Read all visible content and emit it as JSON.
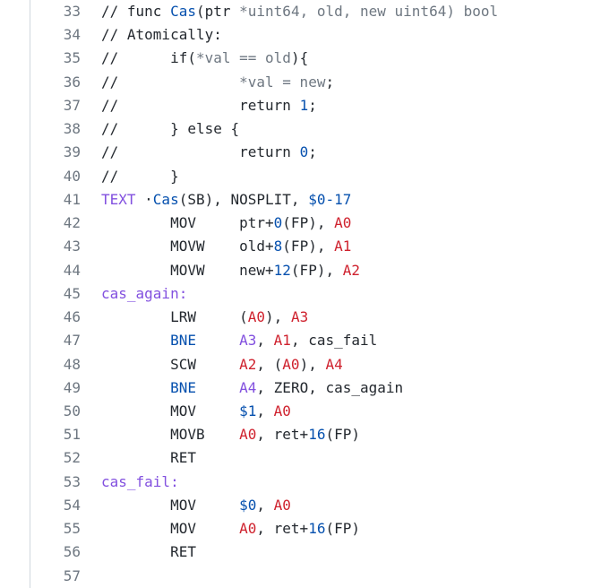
{
  "app": {
    "description_label": "code-viewer"
  },
  "colors": {
    "default": "#24292f",
    "gray": "#6e7781",
    "blue": "#0550ae",
    "purple": "#8250df",
    "red": "#cf222e",
    "line_number": "#6e7781",
    "border": "#d0d7de",
    "background": "#ffffff"
  },
  "code": {
    "first_line_number": 33,
    "last_line_number": 57,
    "lines": [
      {
        "number": "33",
        "segments": [
          {
            "text": "// func ",
            "color": "default"
          },
          {
            "text": "Cas",
            "color": "blue"
          },
          {
            "text": "(ptr ",
            "color": "default"
          },
          {
            "text": "*uint64, old, new uint64) bool",
            "color": "gray"
          }
        ]
      },
      {
        "number": "34",
        "segments": [
          {
            "text": "// Atomically:",
            "color": "default"
          }
        ]
      },
      {
        "number": "35",
        "segments": [
          {
            "text": "//      if(",
            "color": "default"
          },
          {
            "text": "*val == old",
            "color": "gray"
          },
          {
            "text": "){",
            "color": "default"
          }
        ]
      },
      {
        "number": "36",
        "segments": [
          {
            "text": "//              ",
            "color": "default"
          },
          {
            "text": "*val = new",
            "color": "gray"
          },
          {
            "text": ";",
            "color": "default"
          }
        ]
      },
      {
        "number": "37",
        "segments": [
          {
            "text": "//              return ",
            "color": "default"
          },
          {
            "text": "1",
            "color": "blue"
          },
          {
            "text": ";",
            "color": "default"
          }
        ]
      },
      {
        "number": "38",
        "segments": [
          {
            "text": "//      } else {",
            "color": "default"
          }
        ]
      },
      {
        "number": "39",
        "segments": [
          {
            "text": "//              return ",
            "color": "default"
          },
          {
            "text": "0",
            "color": "blue"
          },
          {
            "text": ";",
            "color": "default"
          }
        ]
      },
      {
        "number": "40",
        "segments": [
          {
            "text": "//      }",
            "color": "default"
          }
        ]
      },
      {
        "number": "41",
        "segments": [
          {
            "text": "TEXT",
            "color": "purple"
          },
          {
            "text": " ·",
            "color": "default"
          },
          {
            "text": "Cas",
            "color": "blue"
          },
          {
            "text": "(SB), NOSPLIT, ",
            "color": "default"
          },
          {
            "text": "$0-17",
            "color": "blue"
          }
        ]
      },
      {
        "number": "42",
        "segments": [
          {
            "text": "        MOV     ptr+",
            "color": "default"
          },
          {
            "text": "0",
            "color": "blue"
          },
          {
            "text": "(FP), ",
            "color": "default"
          },
          {
            "text": "A0",
            "color": "red"
          }
        ]
      },
      {
        "number": "43",
        "segments": [
          {
            "text": "        MOVW    old+",
            "color": "default"
          },
          {
            "text": "8",
            "color": "blue"
          },
          {
            "text": "(FP), ",
            "color": "default"
          },
          {
            "text": "A1",
            "color": "red"
          }
        ]
      },
      {
        "number": "44",
        "segments": [
          {
            "text": "        MOVW    new+",
            "color": "default"
          },
          {
            "text": "12",
            "color": "blue"
          },
          {
            "text": "(FP), ",
            "color": "default"
          },
          {
            "text": "A2",
            "color": "red"
          }
        ]
      },
      {
        "number": "45",
        "segments": [
          {
            "text": "cas_again:",
            "color": "purple"
          }
        ]
      },
      {
        "number": "46",
        "segments": [
          {
            "text": "        LRW     (",
            "color": "default"
          },
          {
            "text": "A0",
            "color": "red"
          },
          {
            "text": "), ",
            "color": "default"
          },
          {
            "text": "A3",
            "color": "red"
          }
        ]
      },
      {
        "number": "47",
        "segments": [
          {
            "text": "        ",
            "color": "default"
          },
          {
            "text": "BNE",
            "color": "blue"
          },
          {
            "text": "     ",
            "color": "default"
          },
          {
            "text": "A3",
            "color": "purple"
          },
          {
            "text": ", ",
            "color": "default"
          },
          {
            "text": "A1",
            "color": "red"
          },
          {
            "text": ", cas_fail",
            "color": "default"
          }
        ]
      },
      {
        "number": "48",
        "segments": [
          {
            "text": "        SCW     ",
            "color": "default"
          },
          {
            "text": "A2",
            "color": "red"
          },
          {
            "text": ", (",
            "color": "default"
          },
          {
            "text": "A0",
            "color": "red"
          },
          {
            "text": "), ",
            "color": "default"
          },
          {
            "text": "A4",
            "color": "red"
          }
        ]
      },
      {
        "number": "49",
        "segments": [
          {
            "text": "        ",
            "color": "default"
          },
          {
            "text": "BNE",
            "color": "blue"
          },
          {
            "text": "     ",
            "color": "default"
          },
          {
            "text": "A4",
            "color": "purple"
          },
          {
            "text": ", ZERO, cas_again",
            "color": "default"
          }
        ]
      },
      {
        "number": "50",
        "segments": [
          {
            "text": "        MOV     ",
            "color": "default"
          },
          {
            "text": "$1",
            "color": "blue"
          },
          {
            "text": ", ",
            "color": "default"
          },
          {
            "text": "A0",
            "color": "red"
          }
        ]
      },
      {
        "number": "51",
        "segments": [
          {
            "text": "        MOVB    ",
            "color": "default"
          },
          {
            "text": "A0",
            "color": "red"
          },
          {
            "text": ", ret+",
            "color": "default"
          },
          {
            "text": "16",
            "color": "blue"
          },
          {
            "text": "(FP)",
            "color": "default"
          }
        ]
      },
      {
        "number": "52",
        "segments": [
          {
            "text": "        RET",
            "color": "default"
          }
        ]
      },
      {
        "number": "53",
        "segments": [
          {
            "text": "cas_fail:",
            "color": "purple"
          }
        ]
      },
      {
        "number": "54",
        "segments": [
          {
            "text": "        MOV     ",
            "color": "default"
          },
          {
            "text": "$0",
            "color": "blue"
          },
          {
            "text": ", ",
            "color": "default"
          },
          {
            "text": "A0",
            "color": "red"
          }
        ]
      },
      {
        "number": "55",
        "segments": [
          {
            "text": "        MOV     ",
            "color": "default"
          },
          {
            "text": "A0",
            "color": "red"
          },
          {
            "text": ", ret+",
            "color": "default"
          },
          {
            "text": "16",
            "color": "blue"
          },
          {
            "text": "(FP)",
            "color": "default"
          }
        ]
      },
      {
        "number": "56",
        "segments": [
          {
            "text": "        RET",
            "color": "default"
          }
        ]
      },
      {
        "number": "57",
        "segments": []
      }
    ]
  }
}
